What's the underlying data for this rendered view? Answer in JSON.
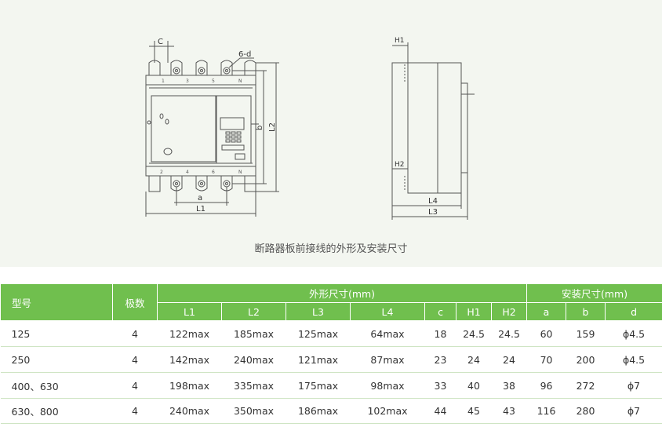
{
  "drawing": {
    "labels": {
      "c": "C",
      "d": "6-d",
      "a": "a",
      "l1": "L1",
      "b": "b",
      "l2": "L2",
      "h1": "H1",
      "h2": "H2",
      "l4": "L4",
      "l3": "L3",
      "top_terminals": [
        "1",
        "3",
        "5",
        "N"
      ],
      "bottom_terminals": [
        "2",
        "4",
        "6",
        "N"
      ]
    },
    "caption": "断路器板前接线的外形及安装尺寸"
  },
  "table": {
    "headers": {
      "model": "型号",
      "poles": "极数",
      "outer_dims": "外形尺寸(mm)",
      "mount_dims": "安装尺寸(mm)",
      "sub": [
        "L1",
        "L2",
        "L3",
        "L4",
        "c",
        "H1",
        "H2",
        "a",
        "b",
        "d"
      ]
    },
    "rows": [
      [
        "125",
        "4",
        "122max",
        "185max",
        "125max",
        "64max",
        "18",
        "24.5",
        "24.5",
        "60",
        "159",
        "ϕ4.5"
      ],
      [
        "250",
        "4",
        "142max",
        "240max",
        "121max",
        "87max",
        "23",
        "24",
        "24",
        "70",
        "200",
        "ϕ4.5"
      ],
      [
        "400、630",
        "4",
        "198max",
        "335max",
        "175max",
        "98max",
        "33",
        "40",
        "38",
        "96",
        "272",
        "ϕ7"
      ],
      [
        "630、800",
        "4",
        "240max",
        "350max",
        "186max",
        "102max",
        "44",
        "45",
        "43",
        "116",
        "280",
        "ϕ7"
      ]
    ]
  }
}
